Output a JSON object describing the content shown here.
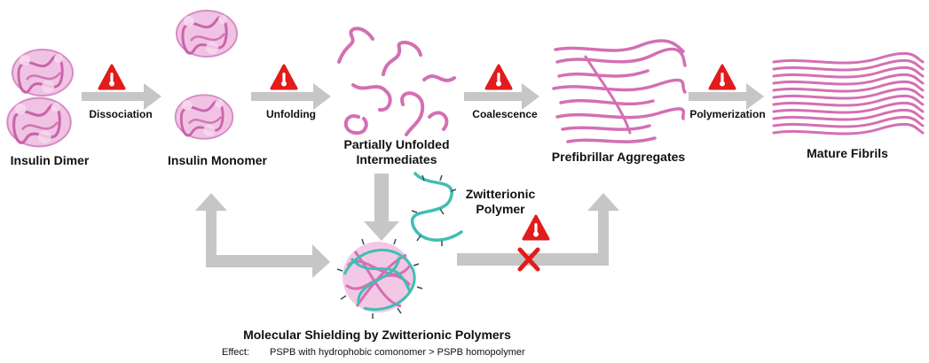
{
  "stages": {
    "dimer": "Insulin Dimer",
    "monomer": "Insulin Monomer",
    "intermediates_line1": "Partially Unfolded",
    "intermediates_line2": "Intermediates",
    "aggregates": "Prefibrillar Aggregates",
    "fibrils": "Mature Fibrils"
  },
  "steps": {
    "dissociation": "Dissociation",
    "unfolding": "Unfolding",
    "coalescence": "Coalescence",
    "polymerization": "Polymerization"
  },
  "polymer": {
    "line1": "Zwitterionic",
    "line2": "Polymer"
  },
  "shielding": "Molecular Shielding by Zwitterionic Polymers",
  "effect": {
    "label": "Effect:",
    "text": "PSPB with hydrophobic comonomer > PSPB homopolymer"
  },
  "icons": [
    "thermometer-warning-icon",
    "blocked-x-icon"
  ],
  "colors": {
    "insulin": "#e9a6d8",
    "insulin_dark": "#c2559f",
    "polymer": "#3fbfb1",
    "arrow": "#c6c6c6",
    "warning": "#e21b1b",
    "block": "#e21b1b"
  }
}
